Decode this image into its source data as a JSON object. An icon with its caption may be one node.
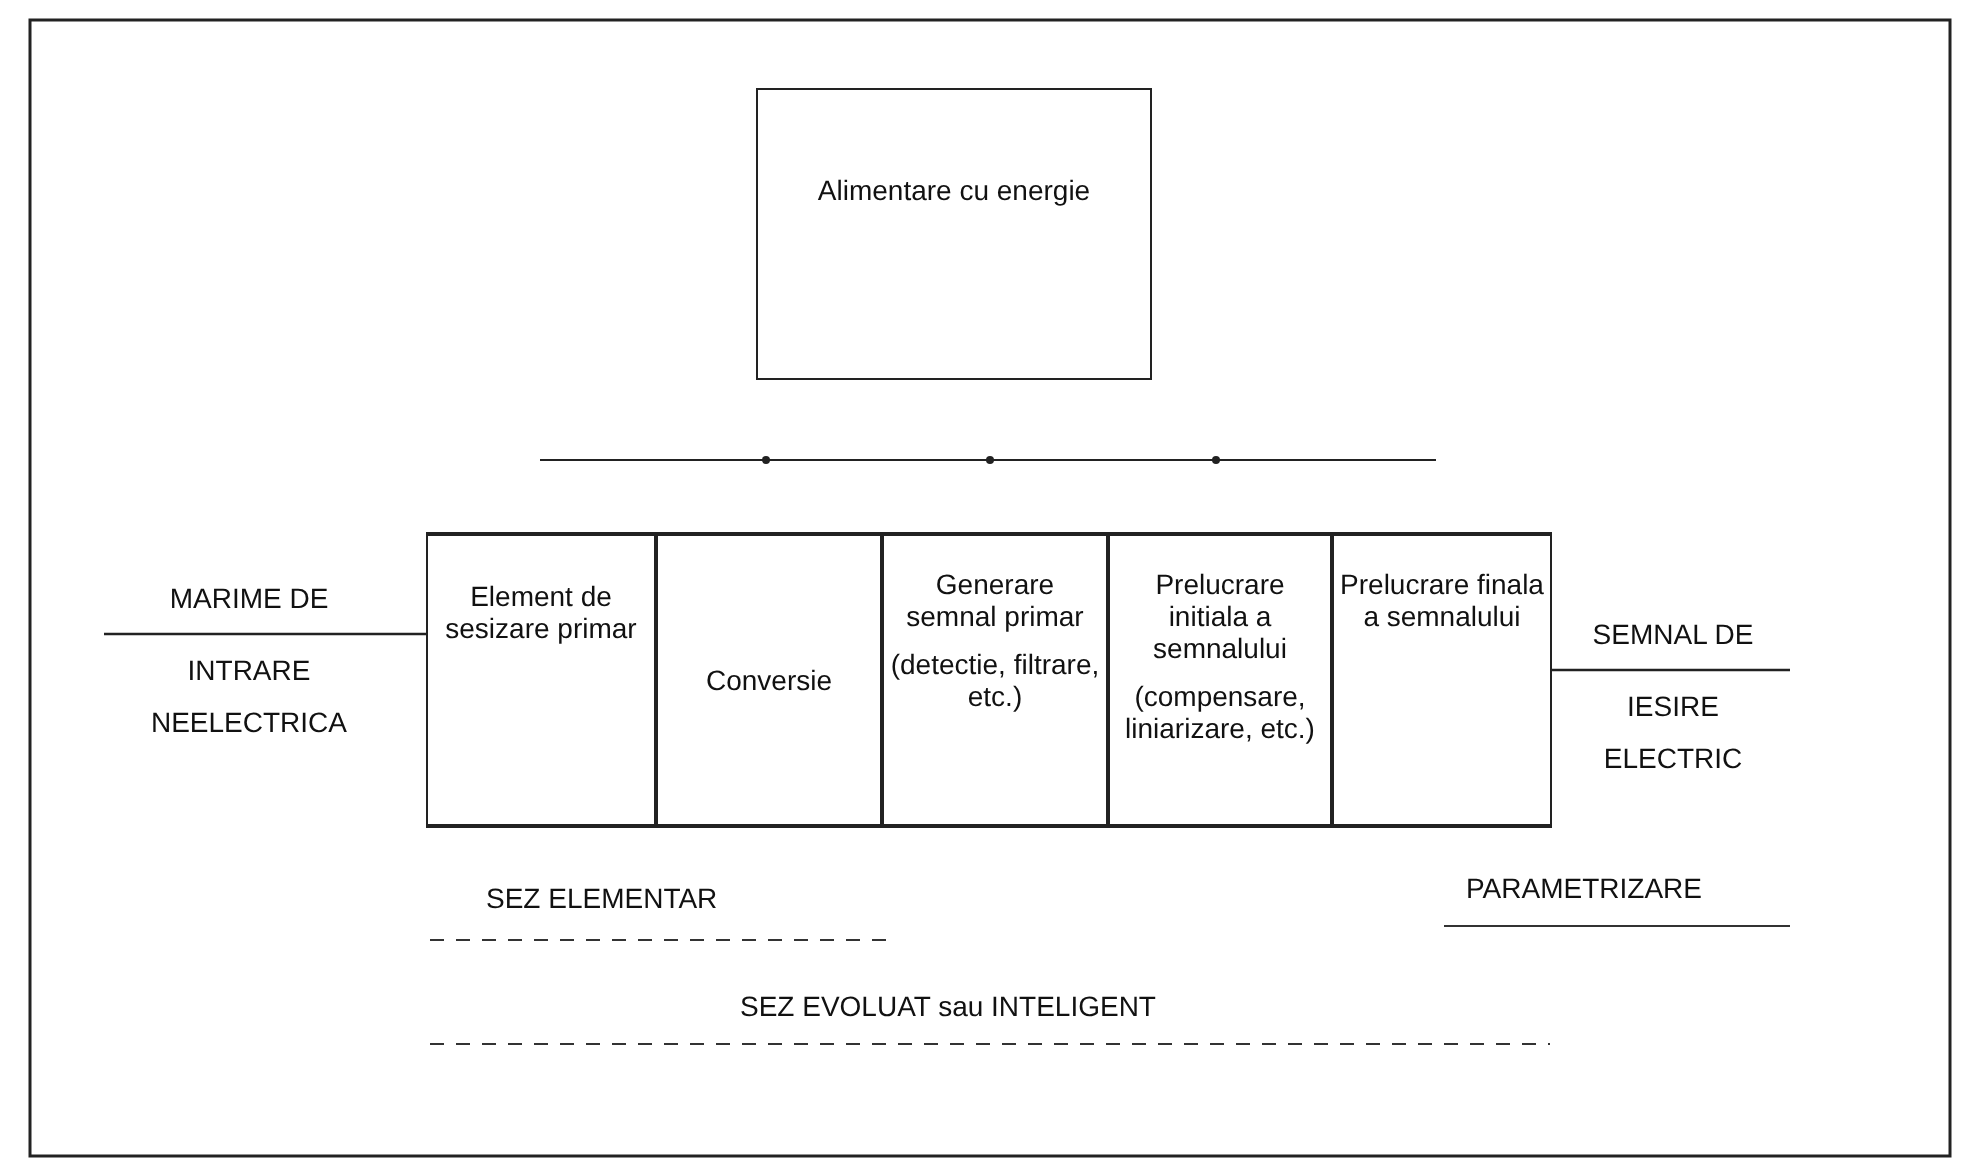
{
  "diagram": {
    "nodes": [
      {
        "text": [
          "Alimentare cu energie"
        ]
      },
      {
        "text": [
          "MARIME DE",
          "INTRARE NEELECTRICA"
        ]
      },
      {
        "text": [
          "Element de sesizare primar"
        ]
      },
      {
        "text": [
          "Conversie"
        ]
      },
      {
        "text": [
          "Generare semnal primar",
          "(detectie, filtrare, etc.)"
        ]
      },
      {
        "text": [
          "Prelucrare initiala a semnalului",
          "(compensare, liniarizare, etc.)"
        ]
      },
      {
        "text": [
          "Prelucrare finala a semnalului"
        ]
      },
      {
        "text": [
          "SEMNAL DE",
          "IESIRE ELECTRIC"
        ]
      }
    ],
    "edges": [
      {
        "from": 1,
        "to": 2,
        "arrow": "none"
      },
      {
        "from": 6,
        "to": 7,
        "arrow": "none"
      }
    ],
    "labels": [
      "SEZ ELEMENTAR",
      "PARAMETRIZARE",
      "SEZ EVOLUAT sau INTELIGENT"
    ]
  }
}
